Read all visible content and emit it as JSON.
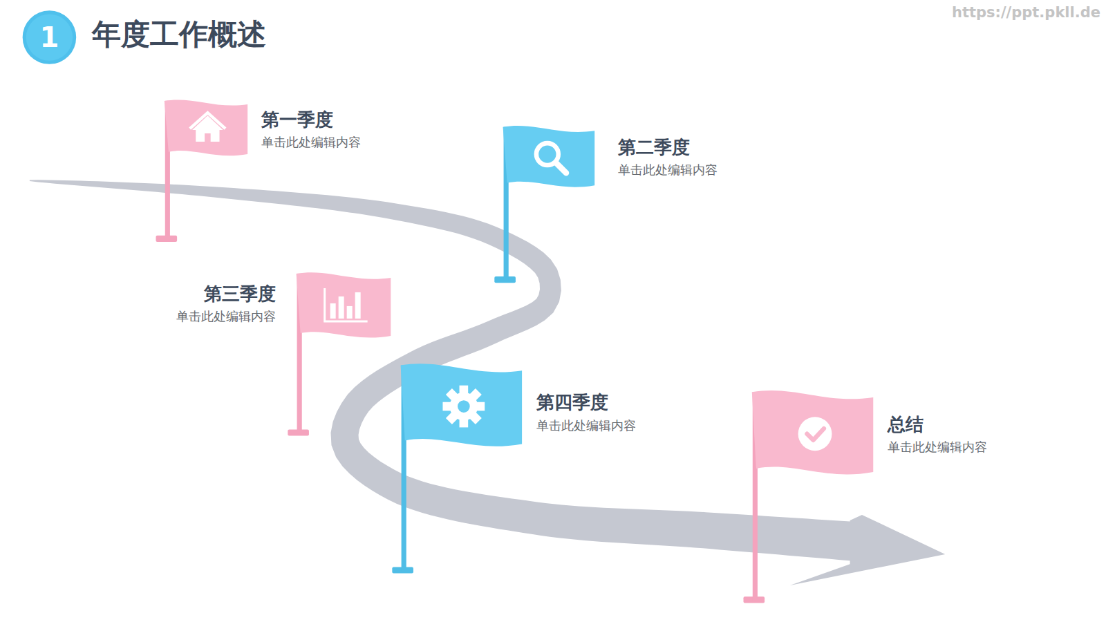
{
  "diagram": {
    "title": "年度工作概述",
    "nodes": [
      {
        "text": [
          "第一季度",
          "单击此处编辑内容"
        ]
      },
      {
        "text": [
          "第二季度",
          "单击此处编辑内容"
        ]
      },
      {
        "text": [
          "第三季度",
          "单击此处编辑内容"
        ]
      },
      {
        "text": [
          "第四季度",
          "单击此处编辑内容"
        ]
      },
      {
        "text": [
          "总结",
          "单击此处编辑内容"
        ]
      }
    ],
    "labels": [
      "1",
      "https://ppt.pkll.de"
    ]
  }
}
